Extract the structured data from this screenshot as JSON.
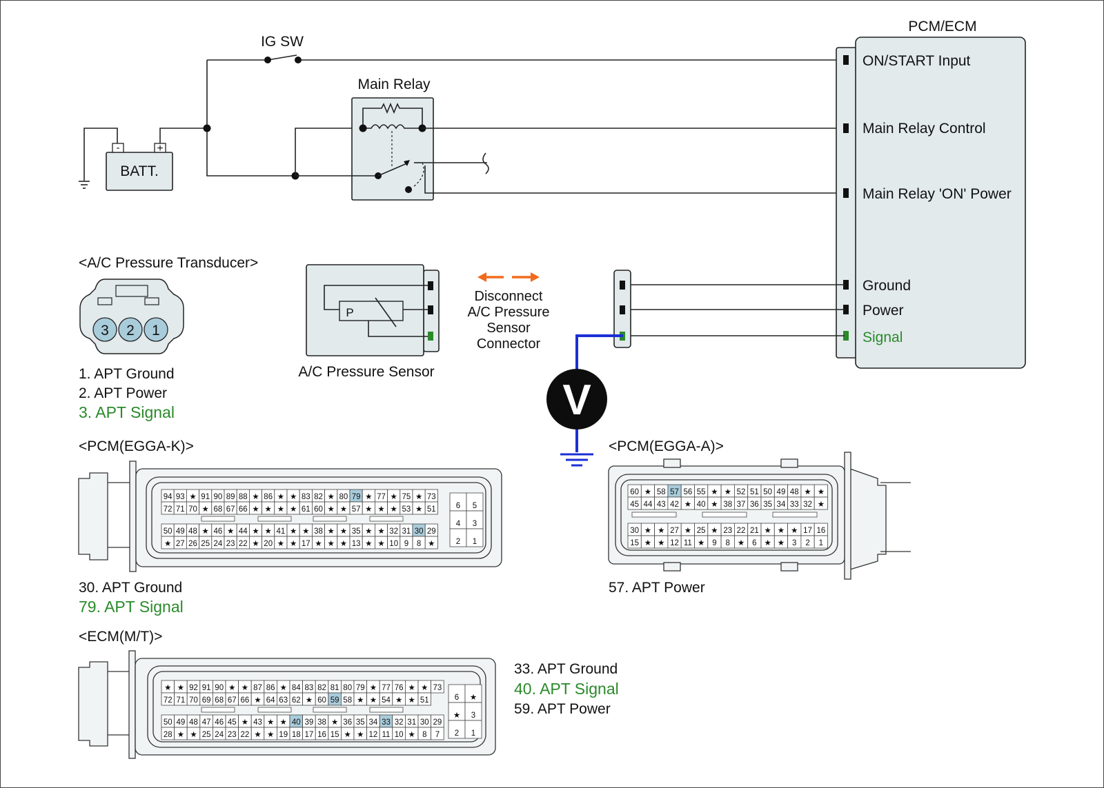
{
  "labels": {
    "ig_sw": "IG SW",
    "main_relay": "Main Relay",
    "batt": "BATT.",
    "batt_minus": "-",
    "batt_plus": "+",
    "pcm_ecm": "PCM/ECM",
    "on_start": "ON/START Input",
    "relay_control": "Main Relay Control",
    "relay_power": "Main Relay 'ON' Power",
    "ground": "Ground",
    "power": "Power",
    "signal": "Signal",
    "transducer_title": "<A/C Pressure Transducer>",
    "pin3": "3",
    "pin2": "2",
    "pin1": "1",
    "apt_ground": "1. APT Ground",
    "apt_power": "2. APT Power",
    "apt_signal": "3. APT Signal",
    "sensor_p": "P",
    "sensor_name": "A/C Pressure Sensor",
    "disconnect1": "Disconnect",
    "disconnect2": "A/C Pressure",
    "disconnect3": "Sensor",
    "disconnect4": "Connector",
    "voltmeter": "V",
    "pcm_k_title": "<PCM(EGGA-K)>",
    "pcm_k_ground": "30. APT Ground",
    "pcm_k_signal": "79. APT Signal",
    "ecm_title": "<ECM(M/T)>",
    "ecm_ground": "33. APT Ground",
    "ecm_signal": "40. APT Signal",
    "ecm_power": "59. APT Power",
    "pcm_a_title": "<PCM(EGGA-A)>",
    "pcm_a_power": "57. APT Power"
  },
  "colors": {
    "wire": "#222222",
    "signal_green": "#2a8a2a",
    "meter_wire_blue": "#1a2fd6",
    "disconnect_arrow": "#f26b1d",
    "highlight_pin": "#a9ccdb",
    "component_fill": "#e2eaec"
  },
  "connectors": {
    "pcm_k": {
      "rows": [
        [
          "94",
          "93",
          "★",
          "91",
          "90",
          "89",
          "88",
          "★",
          "86",
          "★",
          "★",
          "83",
          "82",
          "★",
          "80",
          "79",
          "★",
          "77",
          "★",
          "75",
          "★",
          "73"
        ],
        [
          "72",
          "71",
          "70",
          "★",
          "68",
          "67",
          "66",
          "★",
          "★",
          "★",
          "★",
          "61",
          "60",
          "★",
          "★",
          "57",
          "★",
          "★",
          "★",
          "53",
          "★",
          "51"
        ],
        [
          "50",
          "49",
          "48",
          "★",
          "46",
          "★",
          "44",
          "★",
          "★",
          "41",
          "★",
          "★",
          "38",
          "★",
          "★",
          "35",
          "★",
          "★",
          "32",
          "31",
          "30",
          "29"
        ],
        [
          "★",
          "27",
          "26",
          "25",
          "24",
          "23",
          "22",
          "★",
          "20",
          "★",
          "★",
          "17",
          "★",
          "★",
          "★",
          "13",
          "★",
          "★",
          "10",
          "9",
          "8",
          "★"
        ]
      ],
      "side": [
        [
          "6",
          "5"
        ],
        [
          "4",
          "3"
        ],
        [
          "2",
          "1"
        ]
      ],
      "highlight": [
        "79",
        "30"
      ]
    },
    "ecm": {
      "rows": [
        [
          "★",
          "★",
          "92",
          "91",
          "90",
          "★",
          "★",
          "87",
          "86",
          "★",
          "84",
          "83",
          "82",
          "81",
          "80",
          "79",
          "★",
          "77",
          "76",
          "★",
          "★",
          "73"
        ],
        [
          "72",
          "71",
          "70",
          "69",
          "68",
          "67",
          "66",
          "★",
          "64",
          "63",
          "62",
          "★",
          "60",
          "59",
          "58",
          "★",
          "★",
          "54",
          "★",
          "★",
          "51"
        ],
        [
          "50",
          "49",
          "48",
          "47",
          "46",
          "45",
          "★",
          "43",
          "★",
          "★",
          "40",
          "39",
          "38",
          "★",
          "36",
          "35",
          "34",
          "33",
          "32",
          "31",
          "30",
          "29"
        ],
        [
          "28",
          "★",
          "★",
          "25",
          "24",
          "23",
          "22",
          "★",
          "★",
          "19",
          "18",
          "17",
          "16",
          "15",
          "★",
          "★",
          "12",
          "11",
          "10",
          "★",
          "8",
          "7"
        ]
      ],
      "side": [
        [
          "6",
          "★"
        ],
        [
          "★",
          "3"
        ],
        [
          "2",
          "1"
        ]
      ],
      "highlight": [
        "59",
        "40",
        "33"
      ]
    },
    "pcm_a": {
      "rows": [
        [
          "60",
          "★",
          "58",
          "57",
          "56",
          "55",
          "★",
          "★",
          "52",
          "51",
          "50",
          "49",
          "48",
          "★",
          "★"
        ],
        [
          "45",
          "44",
          "43",
          "42",
          "★",
          "40",
          "★",
          "38",
          "37",
          "36",
          "35",
          "34",
          "33",
          "32",
          "★"
        ],
        [
          "30",
          "★",
          "★",
          "27",
          "★",
          "25",
          "★",
          "23",
          "22",
          "21",
          "★",
          "★",
          "★",
          "17",
          "16"
        ],
        [
          "15",
          "★",
          "★",
          "12",
          "11",
          "★",
          "9",
          "8",
          "★",
          "6",
          "★",
          "★",
          "3",
          "2",
          "1"
        ]
      ],
      "highlight": [
        "57"
      ]
    }
  }
}
